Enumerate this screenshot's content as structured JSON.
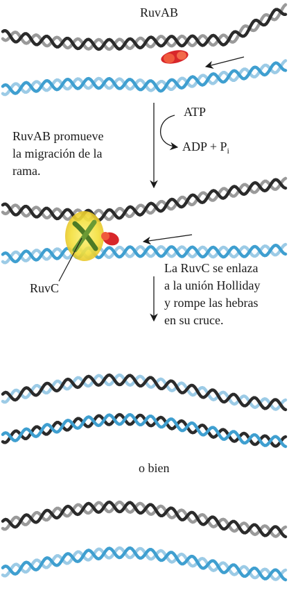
{
  "colors": {
    "dark_strand": "#2b2b2b",
    "gray_strand": "#9a9a9a",
    "blue_strand": "#3f9fd0",
    "light_blue_strand": "#9ccbe6",
    "ruvab": "#e0332a",
    "ruvc_glow": "#f3df3a",
    "ruvc_body": "#5d8a2d"
  },
  "labels": {
    "ruvab": "RuvAB",
    "atp": "ATP",
    "adp": "ADP + P",
    "adp_sub": "i",
    "promote": [
      "RuvAB promueve",
      "la migración de la",
      "rama."
    ],
    "ruvc": "RuvC",
    "cleave": [
      "La RuvC se enlaza",
      "a la unión Holliday",
      "y rompe las hebras",
      "en su cruce."
    ],
    "or": "o bien"
  },
  "icons": {
    "process_arrow_1": "down-arrow-icon",
    "process_arrow_2": "down-arrow-icon",
    "atp_curve_arrow": "curved-arrow-icon",
    "migration_arrow_1": "left-arrow-icon",
    "migration_arrow_2": "left-arrow-icon"
  }
}
